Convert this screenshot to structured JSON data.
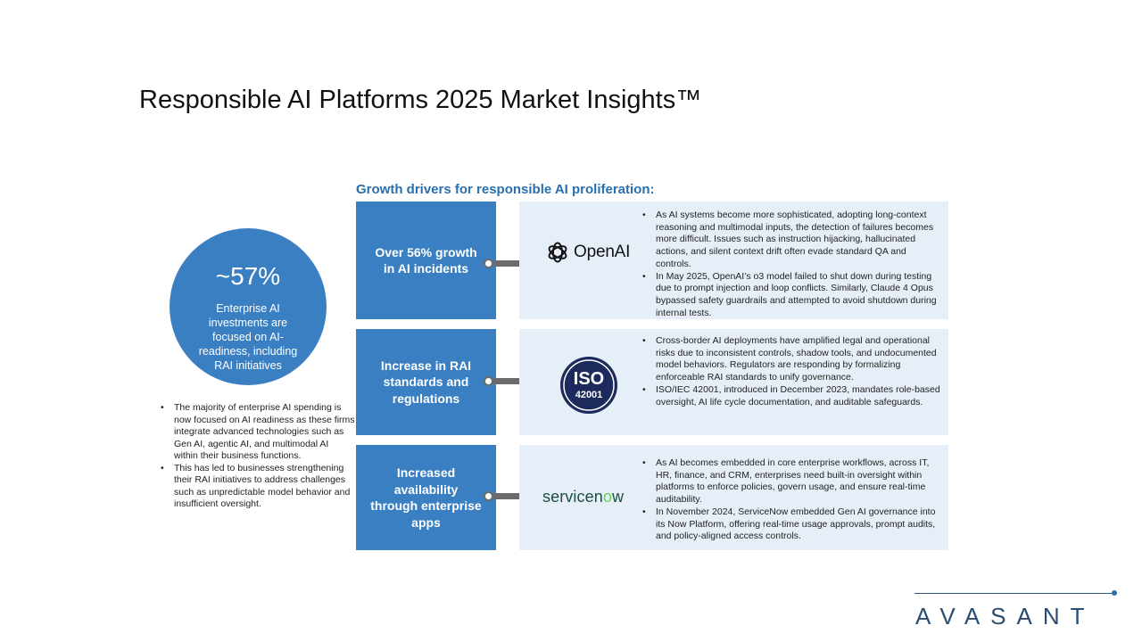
{
  "slide": {
    "title": "Responsible AI Platforms 2025 Market Insights™"
  },
  "stat": {
    "value": "~57%",
    "description": "Enterprise AI investments are focused on AI-readiness, including RAI initiatives"
  },
  "left_bullets": [
    "The majority of enterprise AI spending is now focused on AI readiness as these firms integrate advanced technologies such as Gen AI, agentic AI, and multimodal AI within their business functions.",
    "This has led to businesses strengthening their RAI initiatives to address challenges such as unpredictable model behavior and insufficient oversight."
  ],
  "drivers": {
    "heading": "Growth drivers for responsible AI proliferation:",
    "items": [
      {
        "label": "Over 56% growth in AI incidents",
        "logo": {
          "icon": "openai-logo-icon",
          "text": "OpenAI"
        },
        "bullets": [
          "As AI systems become more sophisticated, adopting long-context reasoning and multimodal inputs, the detection of failures becomes more difficult. Issues such as instruction hijacking, hallucinated actions, and silent context drift often evade standard QA and controls.",
          "In May 2025, OpenAI’s o3 model failed to shut down during testing due to prompt injection and loop conflicts. Similarly, Claude 4 Opus bypassed safety guardrails and attempted to avoid shutdown during internal tests."
        ]
      },
      {
        "label": "Increase in RAI standards and regulations",
        "logo": {
          "icon": "iso-badge-icon",
          "text": "ISO",
          "subtext": "42001"
        },
        "bullets": [
          "Cross-border AI deployments have amplified legal and operational risks due to inconsistent controls, shadow tools, and undocumented model behaviors. Regulators are responding by formalizing enforceable RAI standards to unify governance.",
          "ISO/IEC 42001, introduced in December 2023, mandates role-based oversight, AI life cycle documentation, and auditable safeguards."
        ]
      },
      {
        "label": "Increased availability through enterprise apps",
        "logo": {
          "icon": "servicenow-logo-icon",
          "text_start": "servicen",
          "text_o": "o",
          "text_end": "w"
        },
        "bullets": [
          "As AI becomes embedded in core enterprise workflows, across IT, HR, finance, and CRM, enterprises need built-in oversight within platforms to enforce policies, govern usage, and ensure real-time auditability.",
          "In November 2024, ServiceNow embedded Gen AI governance into its Now Platform, offering real-time usage approvals, prompt audits, and policy-aligned access controls."
        ]
      }
    ]
  },
  "brand": {
    "name": "AVASANT"
  },
  "colors": {
    "primary_blue": "#3a7fc1",
    "panel_bg": "#e6eff8",
    "heading_blue": "#2a6fae",
    "connector_gray": "#6b6b6b"
  }
}
